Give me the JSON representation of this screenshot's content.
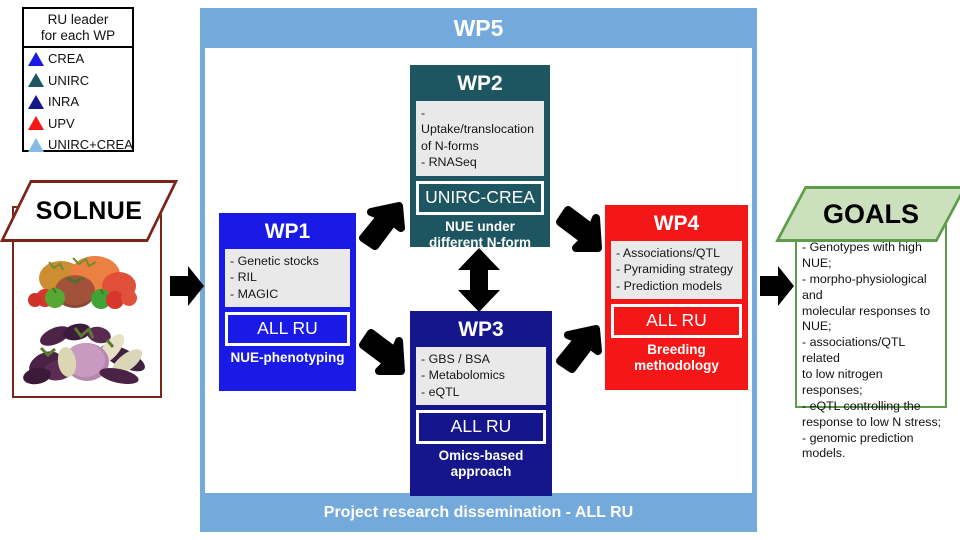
{
  "legend": {
    "title_line1": "RU leader",
    "title_line2": "for each WP",
    "items": [
      {
        "label": "CREA",
        "color": "#1a1ae6",
        "icon": "triangle-icon"
      },
      {
        "label": "UNIRC",
        "color": "#1d5660",
        "icon": "triangle-icon"
      },
      {
        "label": "INRA",
        "color": "#15158c",
        "icon": "triangle-icon"
      },
      {
        "label": "UPV",
        "color": "#f41717",
        "icon": "triangle-icon"
      },
      {
        "label": "UNIRC+CREA",
        "color": "#86bbe4",
        "icon": "triangle-icon"
      }
    ]
  },
  "solnue": {
    "label": "SOLNUE",
    "border_color": "#7b2417",
    "images": [
      "tomatoes-peppers-photo",
      "eggplants-photo"
    ]
  },
  "wp5": {
    "title": "WP5",
    "footer": "Project research dissemination - ALL RU",
    "color": "#74a9dc"
  },
  "workpackages": [
    {
      "id": "wp1",
      "title": "WP1",
      "color": "#1a1ae6",
      "bullets": [
        "- Genetic stocks",
        "- RIL",
        "- MAGIC"
      ],
      "ru": "ALL RU",
      "subtitle": [
        "NUE-phenotyping"
      ]
    },
    {
      "id": "wp2",
      "title": "WP2",
      "color": "#1d5660",
      "bullets": [
        "- Uptake/translocation of N-forms",
        "- RNASeq"
      ],
      "ru": "UNIRC-CREA",
      "subtitle": [
        "NUE under",
        "different N-form"
      ]
    },
    {
      "id": "wp3",
      "title": "WP3",
      "color": "#15158c",
      "bullets": [
        "- GBS / BSA",
        "- Metabolomics",
        "- eQTL"
      ],
      "ru": "ALL RU",
      "subtitle": [
        "Omics-based",
        "approach"
      ]
    },
    {
      "id": "wp4",
      "title": "WP4",
      "color": "#f41717",
      "bullets": [
        "- Associations/QTL",
        "- Pyramiding strategy",
        "- Prediction models"
      ],
      "ru": "ALL RU",
      "subtitle": [
        "Breeding",
        "methodology"
      ]
    }
  ],
  "goals": {
    "label": "GOALS",
    "border_color": "#5f9c4a",
    "fill_color": "#cbe0bc",
    "items": [
      "- Genotypes with high NUE;",
      "- morpho-physiological and",
      "molecular responses to",
      "NUE;",
      "- associations/QTL related",
      "to low nitrogen responses;",
      "- eQTL controlling the",
      "response to low N stress;",
      "- genomic prediction",
      "models."
    ]
  },
  "arrows": [
    {
      "name": "arrow-solnue-to-wp1",
      "direction": "right"
    },
    {
      "name": "arrow-wp1-to-wp2",
      "direction": "up-right"
    },
    {
      "name": "arrow-wp1-to-wp3",
      "direction": "down-right"
    },
    {
      "name": "arrow-wp2-wp3-bidirectional",
      "direction": "up-down"
    },
    {
      "name": "arrow-wp2-to-wp4",
      "direction": "down-right"
    },
    {
      "name": "arrow-wp3-to-wp4",
      "direction": "up-right"
    },
    {
      "name": "arrow-wp4-to-goals",
      "direction": "right"
    }
  ]
}
